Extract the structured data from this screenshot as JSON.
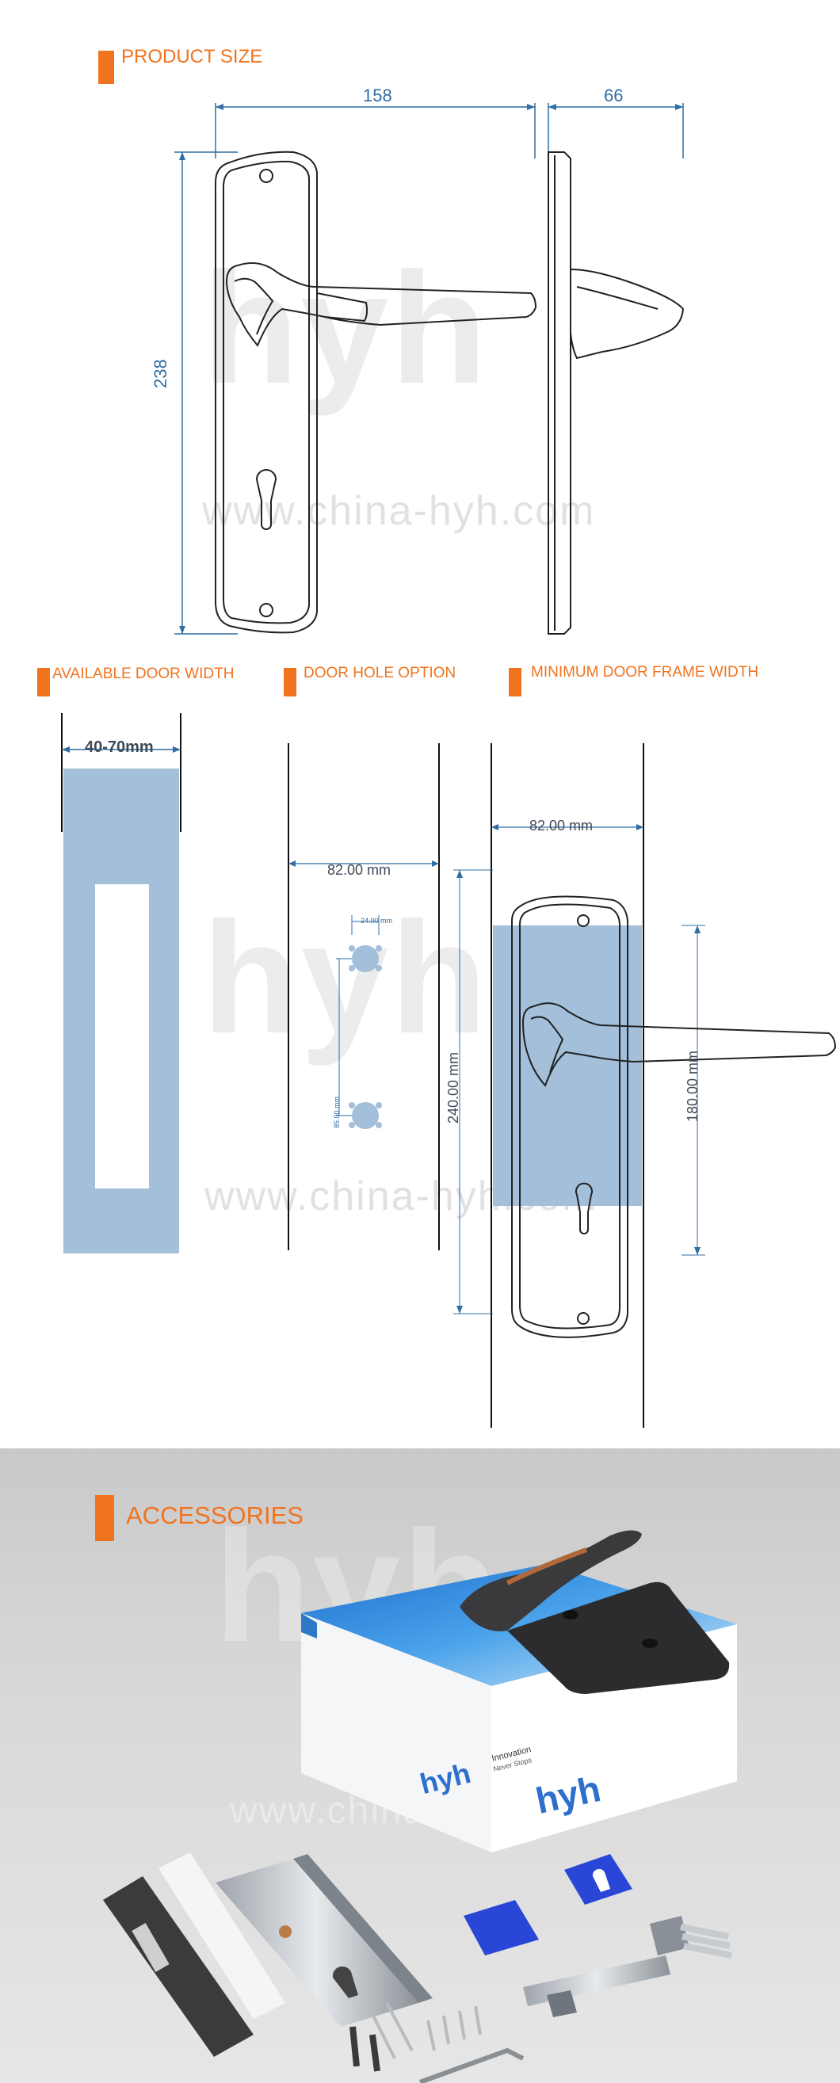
{
  "product_size": {
    "title": "PRODUCT SIZE",
    "width_label": "158",
    "depth_label": "66",
    "height_label": "238"
  },
  "watermark": {
    "logo": "hyh",
    "url": "www.china-hyh.com"
  },
  "door_width": {
    "title": "AVAILABLE DOOR WIDTH",
    "range_label": "40-70mm"
  },
  "door_hole": {
    "title": "DOOR HOLE OPTION",
    "distance_label": "82.00 mm",
    "hole_diameter_label": "24.00 mm",
    "hole_spacing_label": "85.00 mm"
  },
  "min_frame": {
    "title": "MINIMUM DOOR FRAME WIDTH",
    "frame_label": "82.00 mm",
    "plate_height_label": "240.00 mm",
    "center_distance_label": "180.00 mm"
  },
  "accessories": {
    "title": "ACCESSORIES",
    "box_logo": "hyh",
    "box_tagline_1": "Innovation",
    "box_tagline_2": "Never Stops"
  },
  "colors": {
    "accent": "#f0741f",
    "dimension_blue": "#2f6da3",
    "door_fill": "#a3bfd9"
  }
}
